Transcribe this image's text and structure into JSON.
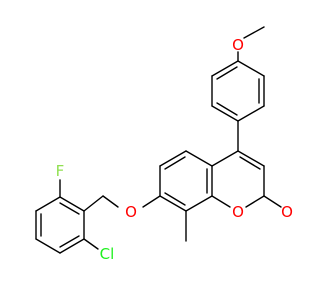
{
  "molecule": {
    "atoms": {
      "fluorine": "F",
      "chlorine": "Cl",
      "ether_oxygen": "O",
      "ring_oxygen": "O",
      "carbonyl_oxygen": "O",
      "methoxy_oxygen": "O"
    },
    "colors": {
      "bond": "#000000",
      "carbon": "#000000",
      "oxygen": "#ff0000",
      "fluorine": "#90e050",
      "chlorine": "#1ff01f"
    }
  }
}
